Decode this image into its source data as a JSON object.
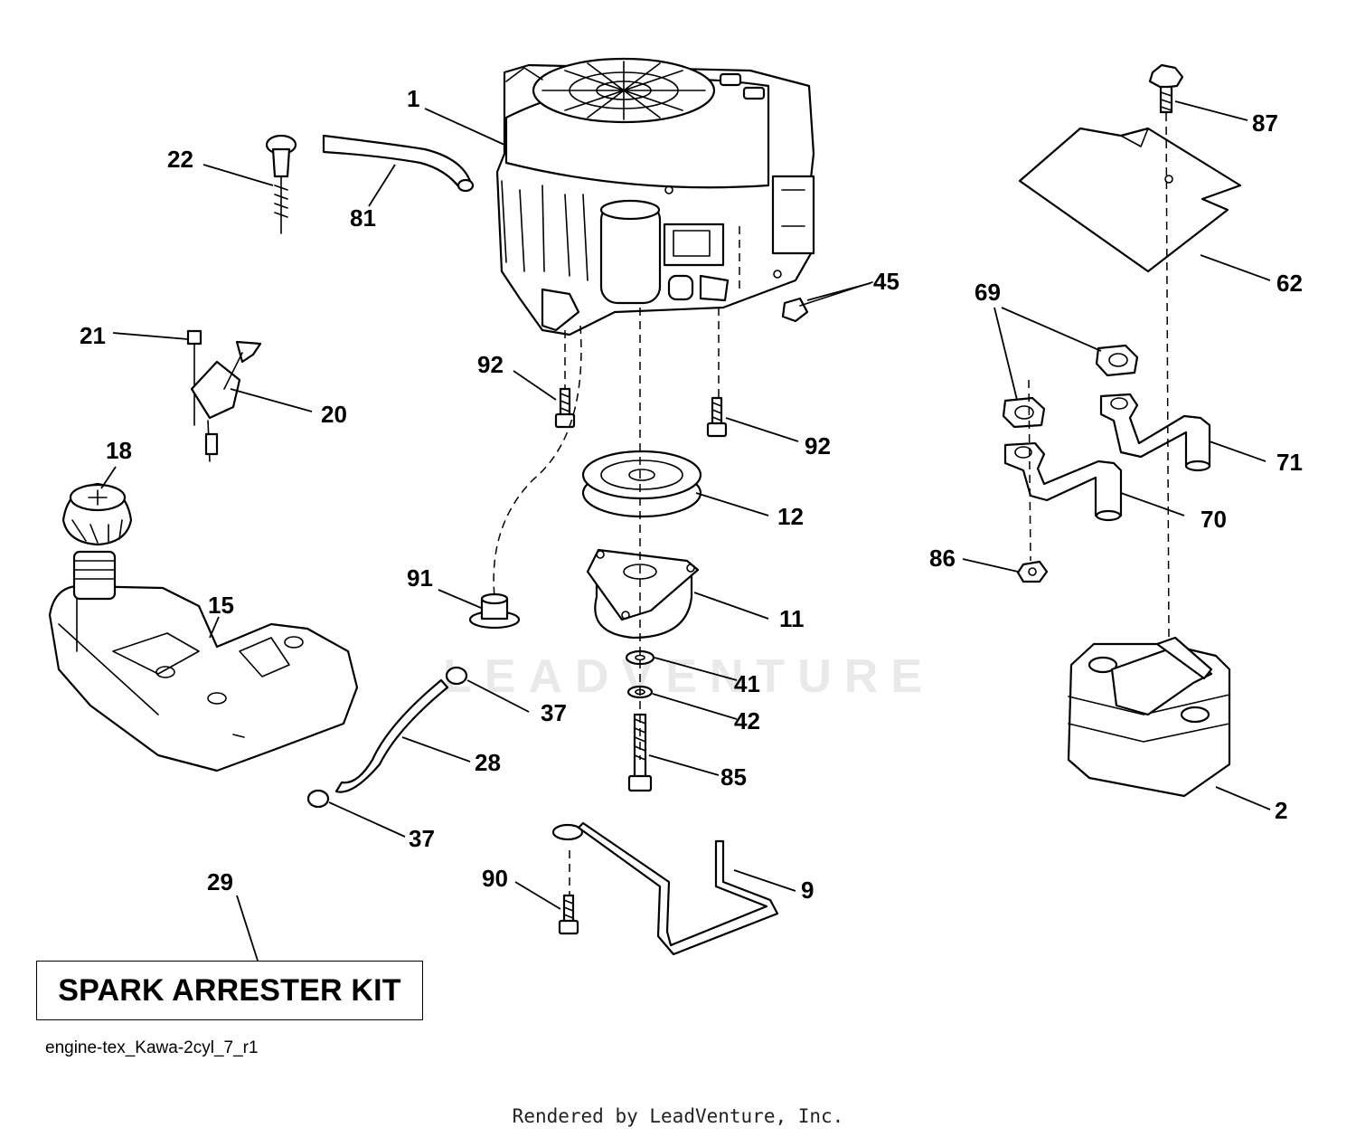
{
  "diagram": {
    "watermark": "LEADVENTURE",
    "kit_label": "SPARK ARRESTER KIT",
    "diagram_id": "engine-tex_Kawa-2cyl_7_r1",
    "footer": "Rendered by LeadVenture, Inc.",
    "callouts": [
      "1",
      "22",
      "81",
      "45",
      "21",
      "20",
      "92",
      "92",
      "18",
      "91",
      "12",
      "11",
      "15",
      "41",
      "42",
      "37",
      "28",
      "85",
      "37",
      "29",
      "90",
      "9",
      "87",
      "62",
      "69",
      "71",
      "70",
      "86",
      "2"
    ]
  }
}
